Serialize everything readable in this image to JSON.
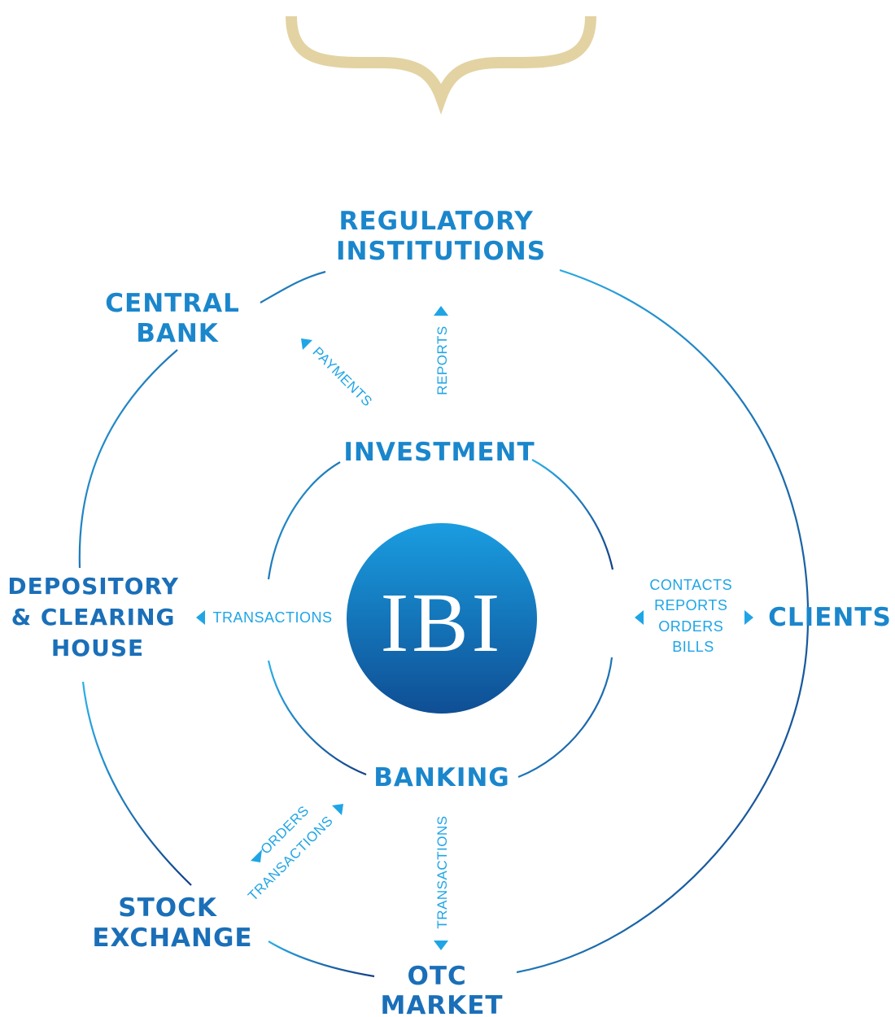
{
  "colors": {
    "brace": "#e3d3a3",
    "dark_blue": "#1262a8",
    "mid_blue": "#1a86cc",
    "light_blue": "#2bb0ea",
    "label_blue": "#1fa5e6",
    "logo_top": "#1a9de0",
    "logo_bottom": "#0f4e94",
    "logo_text": "#ffffff"
  },
  "center": {
    "logo_text": "IBI"
  },
  "inner_ring": {
    "investment": "INVESTMENT",
    "banking": "BANKING"
  },
  "outer_nodes": {
    "regulatory": [
      "REGULATORY",
      "INSTITUTIONS"
    ],
    "central_bank": [
      "CENTRAL",
      "BANK"
    ],
    "depository": [
      "DEPOSITORY",
      "& CLEARING",
      "HOUSE"
    ],
    "clients": "CLIENTS",
    "stock_exchange": [
      "STOCK",
      "EXCHANGE"
    ],
    "otc_market": [
      "OTC",
      "MARKET"
    ]
  },
  "flows": {
    "reports": "REPORTS",
    "payments": "PAYMENTS",
    "transactions_left": "TRANSACTIONS",
    "clients_flow": [
      "CONTACTS",
      "REPORTS",
      "ORDERS",
      "BILLS"
    ],
    "orders": "ORDERS",
    "transactions_stock": "TRANSACTIONS",
    "transactions_otc": "TRANSACTIONS"
  },
  "icons": {
    "top": "curly-brace-icon",
    "arrow": "triangle-arrow-icon"
  }
}
